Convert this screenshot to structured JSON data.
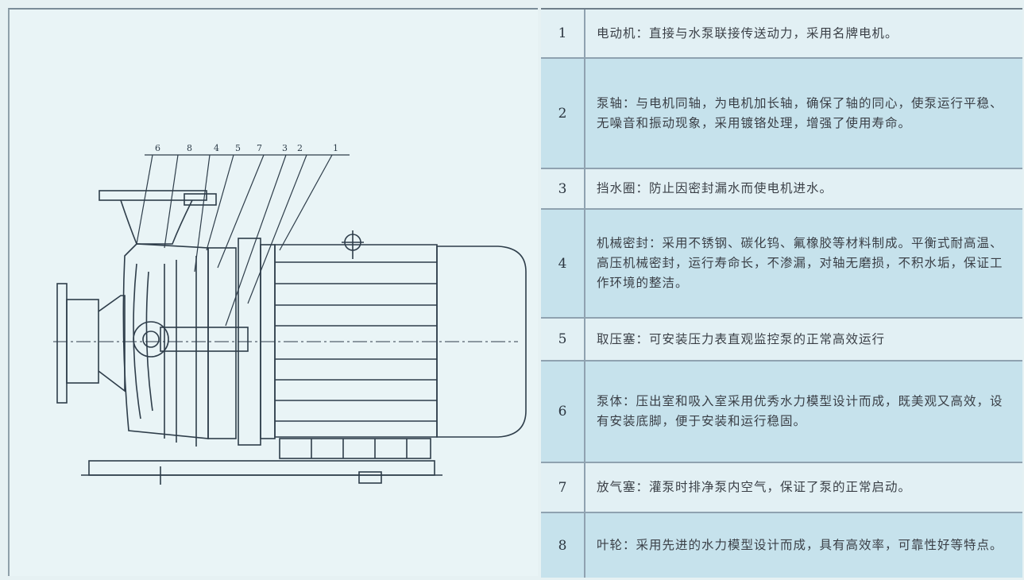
{
  "diagram": {
    "callouts": [
      "6",
      "8",
      "4",
      "5",
      "7",
      "3",
      "2",
      "1"
    ]
  },
  "parts": [
    {
      "num": "1",
      "text": "电动机：直接与水泵联接传送动力，采用名牌电机。"
    },
    {
      "num": "2",
      "text": "泵轴：与电机同轴，为电机加长轴，确保了轴的同心，使泵运行平稳、无噪音和振动现象，采用镀铬处理，增强了使用寿命。"
    },
    {
      "num": "3",
      "text": "挡水圈：防止因密封漏水而使电机进水。"
    },
    {
      "num": "4",
      "text": "机械密封：采用不锈钢、碳化钨、氟橡胶等材料制成。平衡式耐高温、高压机械密封，运行寿命长，不渗漏，对轴无磨损，不积水垢，保证工作环境的整洁。"
    },
    {
      "num": "5",
      "text": "取压塞：可安装压力表直观监控泵的正常高效运行"
    },
    {
      "num": "6",
      "text": "泵体：压出室和吸入室采用优秀水力模型设计而成，既美观又高效，设有安装底脚，便于安装和运行稳固。"
    },
    {
      "num": "7",
      "text": "放气塞：灌泵时排净泵内空气，保证了泵的正常启动。"
    },
    {
      "num": "8",
      "text": "叶轮：采用先进的水力模型设计而成，具有高效率，可靠性好等特点。"
    }
  ]
}
